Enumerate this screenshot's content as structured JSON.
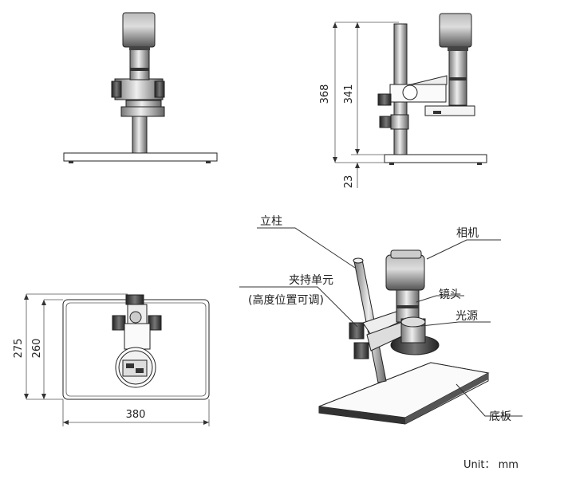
{
  "dimensions": {
    "total_height": "368",
    "column_height": "341",
    "base_thickness": "23",
    "base_depth_total": "275",
    "base_depth": "260",
    "base_width": "380"
  },
  "callouts": {
    "column": "立柱",
    "camera": "相机",
    "clamp_unit": "夹持单元",
    "clamp_note": "(高度位置可调)",
    "lens": "镜头",
    "light": "光源",
    "base": "底板"
  },
  "unit_text": "Unit： mm"
}
